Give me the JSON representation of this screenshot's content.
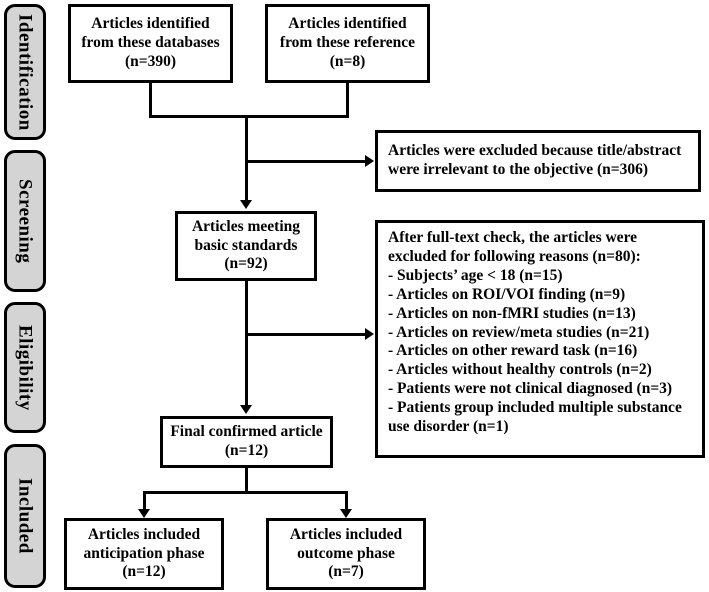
{
  "diagram": {
    "type": "prisma-flow-diagram",
    "title": "PRISMA study selection flow diagram",
    "colors": {
      "stroke": "#000000",
      "box_fill": "#ffffff",
      "stage_tab_fill": "#d4d4d4",
      "background": "#ffffff"
    }
  },
  "stages": [
    {
      "id": "identification",
      "label": "Identification"
    },
    {
      "id": "screening",
      "label": "Screening"
    },
    {
      "id": "eligibility",
      "label": "Eligibility"
    },
    {
      "id": "included",
      "label": "Included"
    }
  ],
  "nodes": {
    "identified_databases": {
      "lines": [
        "Articles  identified",
        "from these databases",
        "(n=390)"
      ]
    },
    "identified_reference": {
      "lines": [
        "Articles  identified",
        "from these reference",
        "(n=8)"
      ]
    },
    "excluded_title_abstract": {
      "lines": [
        "Articles were excluded because title/abstract",
        "were irrelevant to the objective (n=306)"
      ]
    },
    "articles_meeting_standards": {
      "lines": [
        "Articles meeting",
        "basic standards",
        "(n=92)"
      ]
    },
    "excluded_full_text": {
      "lines": [
        "After full-text check, the articles were",
        "excluded for following reasons (n=80):",
        "- Subjects’ age < 18 (n=15)",
        "- Articles on ROI/VOI finding (n=9)",
        "- Articles on non-fMRI studies (n=13)",
        "- Articles on review/meta studies (n=21)",
        "- Articles on other reward task (n=16)",
        "- Articles without healthy controls (n=2)",
        "- Patients were not clinical diagnosed (n=3)",
        "- Patients group included multiple substance",
        "use disorder (n=1)"
      ]
    },
    "final_confirmed": {
      "lines": [
        "Final confirmed article",
        "(n=12)"
      ]
    },
    "included_anticipation": {
      "lines": [
        "Articles included",
        "anticipation phase",
        "(n=12)"
      ]
    },
    "included_outcome": {
      "lines": [
        "Articles included",
        "outcome phase",
        "(n=7)"
      ]
    }
  },
  "counts": {
    "databases": 390,
    "reference": 8,
    "excluded_title_abstract": 306,
    "meeting_basic_standards": 92,
    "excluded_full_text_total": 80,
    "excluded_reasons": [
      {
        "reason": "Subjects’ age < 18",
        "n": 15
      },
      {
        "reason": "Articles on ROI/VOI finding",
        "n": 9
      },
      {
        "reason": "Articles on non-fMRI studies",
        "n": 13
      },
      {
        "reason": "Articles on review/meta studies",
        "n": 21
      },
      {
        "reason": "Articles on other reward task",
        "n": 16
      },
      {
        "reason": "Articles without healthy controls",
        "n": 2
      },
      {
        "reason": "Patients were not clinical diagnosed",
        "n": 3
      },
      {
        "reason": "Patients group included multiple substance use disorder",
        "n": 1
      }
    ],
    "final_confirmed": 12,
    "included_anticipation": 12,
    "included_outcome": 7
  }
}
